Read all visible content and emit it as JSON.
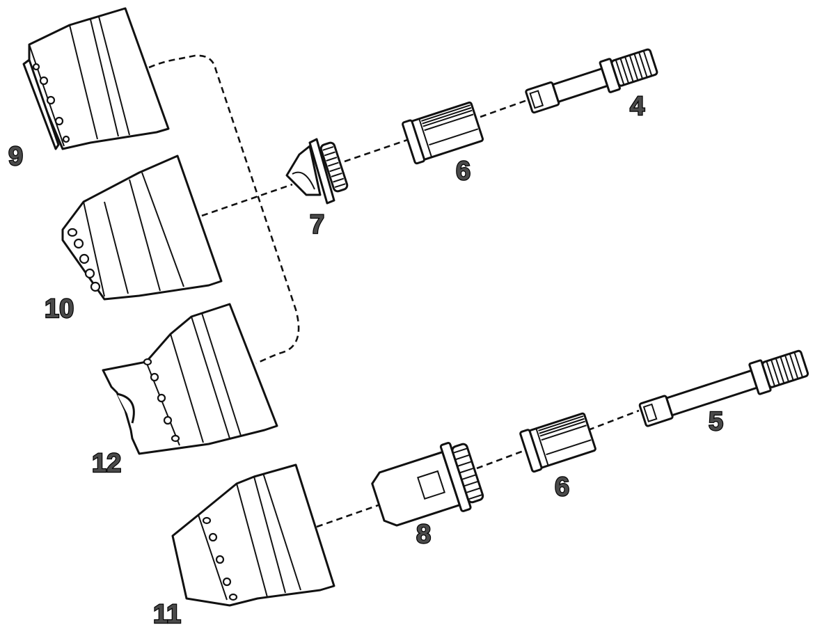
{
  "diagram": {
    "labels": {
      "p4": "4",
      "p5": "5",
      "p6a": "6",
      "p6b": "6",
      "p7": "7",
      "p8": "8",
      "p9": "9",
      "p10": "10",
      "p11": "11",
      "p12": "12"
    },
    "colors": {
      "line": "#111111",
      "label_fill": "#4a4a4a",
      "background": "#ffffff"
    }
  }
}
